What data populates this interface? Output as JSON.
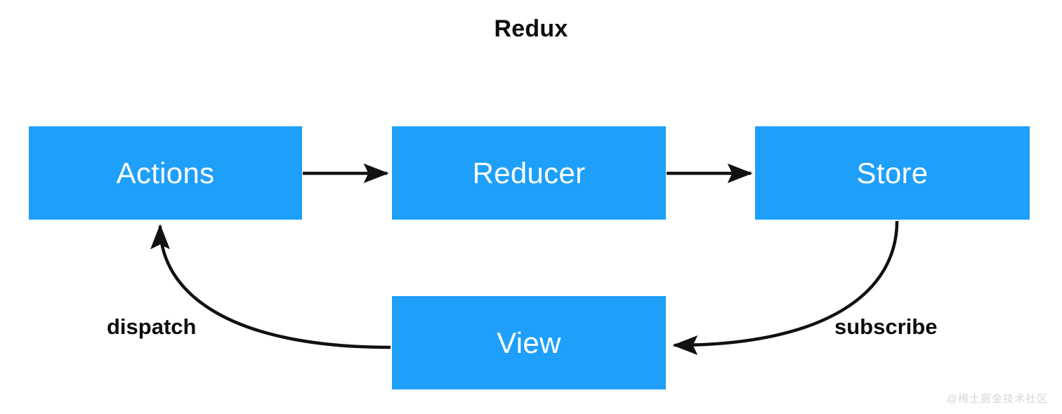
{
  "diagram": {
    "title": "Redux",
    "accent_color": "#1e9ffa",
    "line_color": "#111111",
    "label_color": "#0d0d0d",
    "background": "#ffffff",
    "nodes": [
      {
        "id": "actions",
        "label": "Actions"
      },
      {
        "id": "reducer",
        "label": "Reducer"
      },
      {
        "id": "store",
        "label": "Store"
      },
      {
        "id": "view",
        "label": "View"
      }
    ],
    "edges": [
      {
        "id": "actions-to-reducer",
        "from": "Actions",
        "to": "Reducer",
        "label": ""
      },
      {
        "id": "reducer-to-store",
        "from": "Reducer",
        "to": "Store",
        "label": ""
      },
      {
        "id": "store-to-view",
        "from": "Store",
        "to": "View",
        "label": "subscribe"
      },
      {
        "id": "view-to-actions",
        "from": "View",
        "to": "Actions",
        "label": "dispatch"
      }
    ],
    "labels": {
      "dispatch": "dispatch",
      "subscribe": "subscribe"
    },
    "watermark": "@稀土掘金技术社区"
  }
}
